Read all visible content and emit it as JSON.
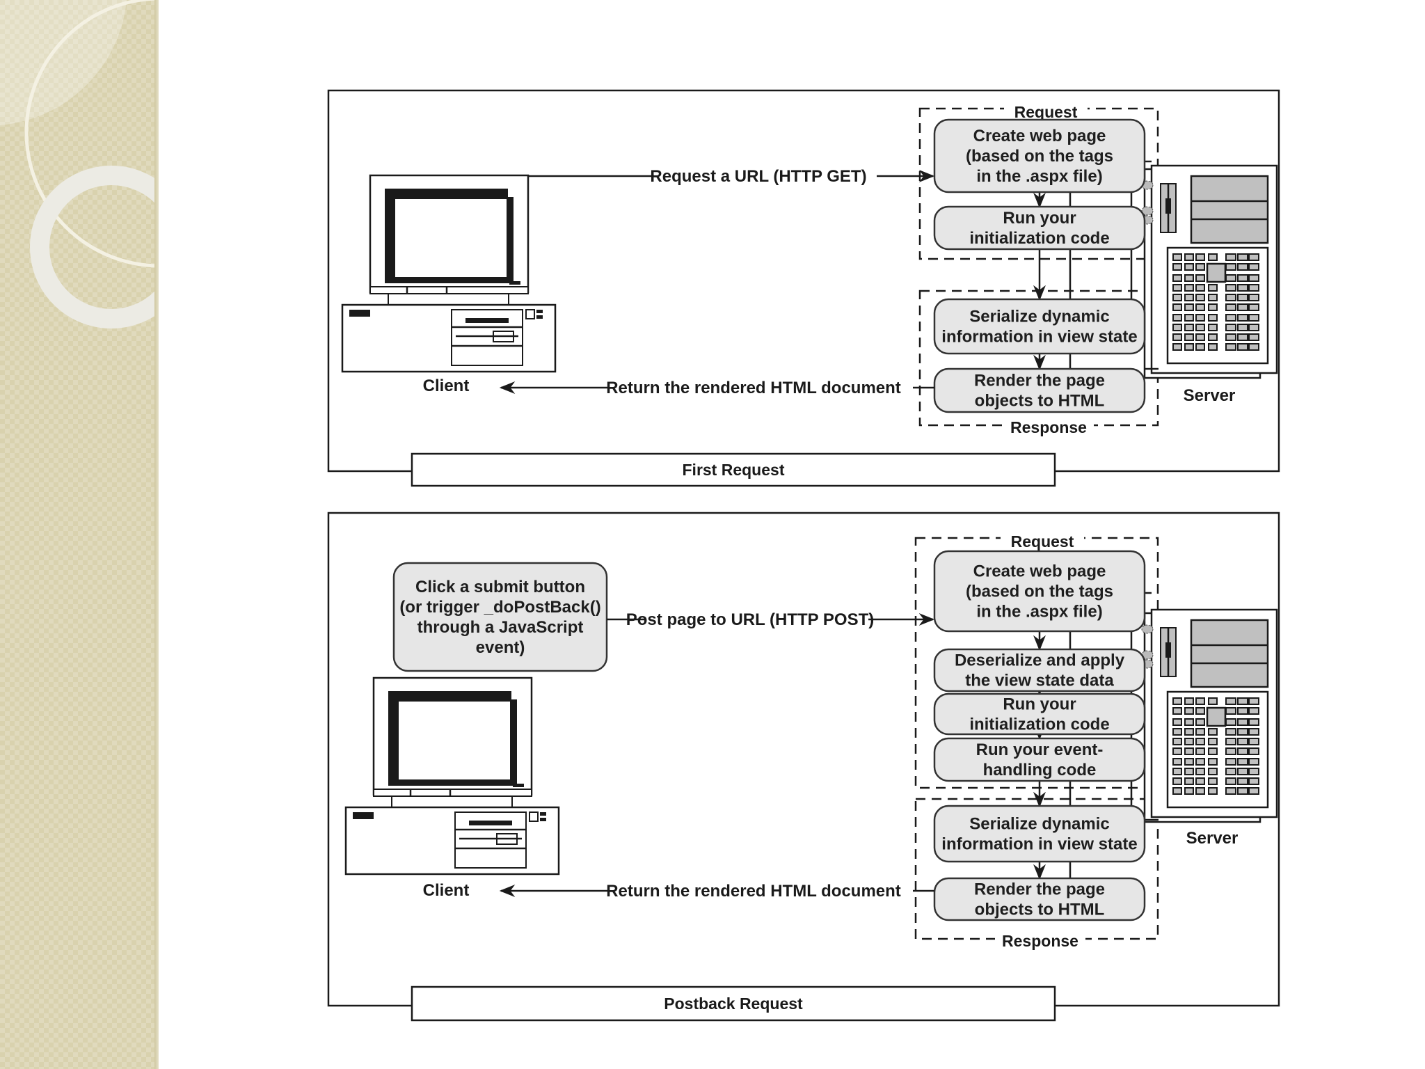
{
  "slide": {
    "theme_colors": {
      "sidebar": "#d9d2ae",
      "canvas": "#ffffff",
      "process_fill": "#e6e6e6",
      "server_fill": "#c0c0c0",
      "ink": "#1a1a1a"
    }
  },
  "diagrams": [
    {
      "caption": "First Request",
      "client_label": "Client",
      "server_label": "Server",
      "request_group_label": "Request",
      "response_group_label": "Response",
      "request_arrow_label": "Request a URL (HTTP GET)",
      "response_arrow_label": "Return the rendered HTML document",
      "request_steps": [
        {
          "lines": [
            "Create web page",
            "(based on the tags",
            "in the .aspx file)"
          ]
        },
        {
          "lines": [
            "Run your",
            "initialization code"
          ]
        }
      ],
      "response_steps": [
        {
          "lines": [
            "Serialize dynamic",
            "information in view state"
          ]
        },
        {
          "lines": [
            "Render the page",
            "objects to HTML"
          ]
        }
      ]
    },
    {
      "caption": "Postback Request",
      "client_label": "Client",
      "server_label": "Server",
      "request_group_label": "Request",
      "response_group_label": "Response",
      "client_action": {
        "lines": [
          "Click a submit button",
          "(or trigger _doPostBack()",
          "through a JavaScript",
          "event)"
        ]
      },
      "request_arrow_label": "Post page to URL (HTTP POST)",
      "response_arrow_label": "Return the rendered HTML document",
      "request_steps": [
        {
          "lines": [
            "Create web page",
            "(based on the tags",
            "in the .aspx file)"
          ]
        },
        {
          "lines": [
            "Deserialize and apply",
            "the view state data"
          ]
        },
        {
          "lines": [
            "Run your",
            "initialization code"
          ]
        },
        {
          "lines": [
            "Run your event-",
            "handling code"
          ]
        }
      ],
      "response_steps": [
        {
          "lines": [
            "Serialize dynamic",
            "information in view state"
          ]
        },
        {
          "lines": [
            "Render the page",
            "objects to HTML"
          ]
        }
      ]
    }
  ]
}
